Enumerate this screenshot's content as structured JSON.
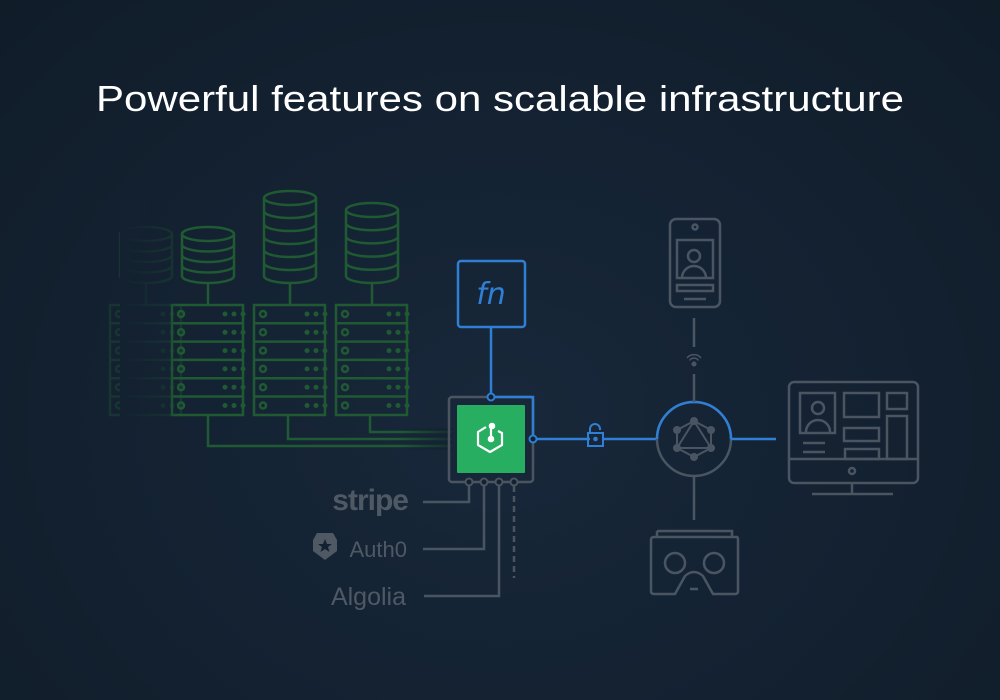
{
  "title": "Powerful features on scalable infrastructure",
  "function_label": "fn",
  "integrations": [
    "stripe",
    "Auth0",
    "Algolia"
  ],
  "colors": {
    "green": "#27ae60",
    "blue": "#2f80d4",
    "gray": "#4a5561",
    "server_green": "#1f5a32"
  },
  "icons": [
    "database-icon",
    "server-rack-icon",
    "function-icon",
    "graphcool-logo-icon",
    "lock-icon",
    "graphql-icon",
    "phone-icon",
    "wifi-icon",
    "desktop-icon",
    "vr-headset-icon"
  ]
}
